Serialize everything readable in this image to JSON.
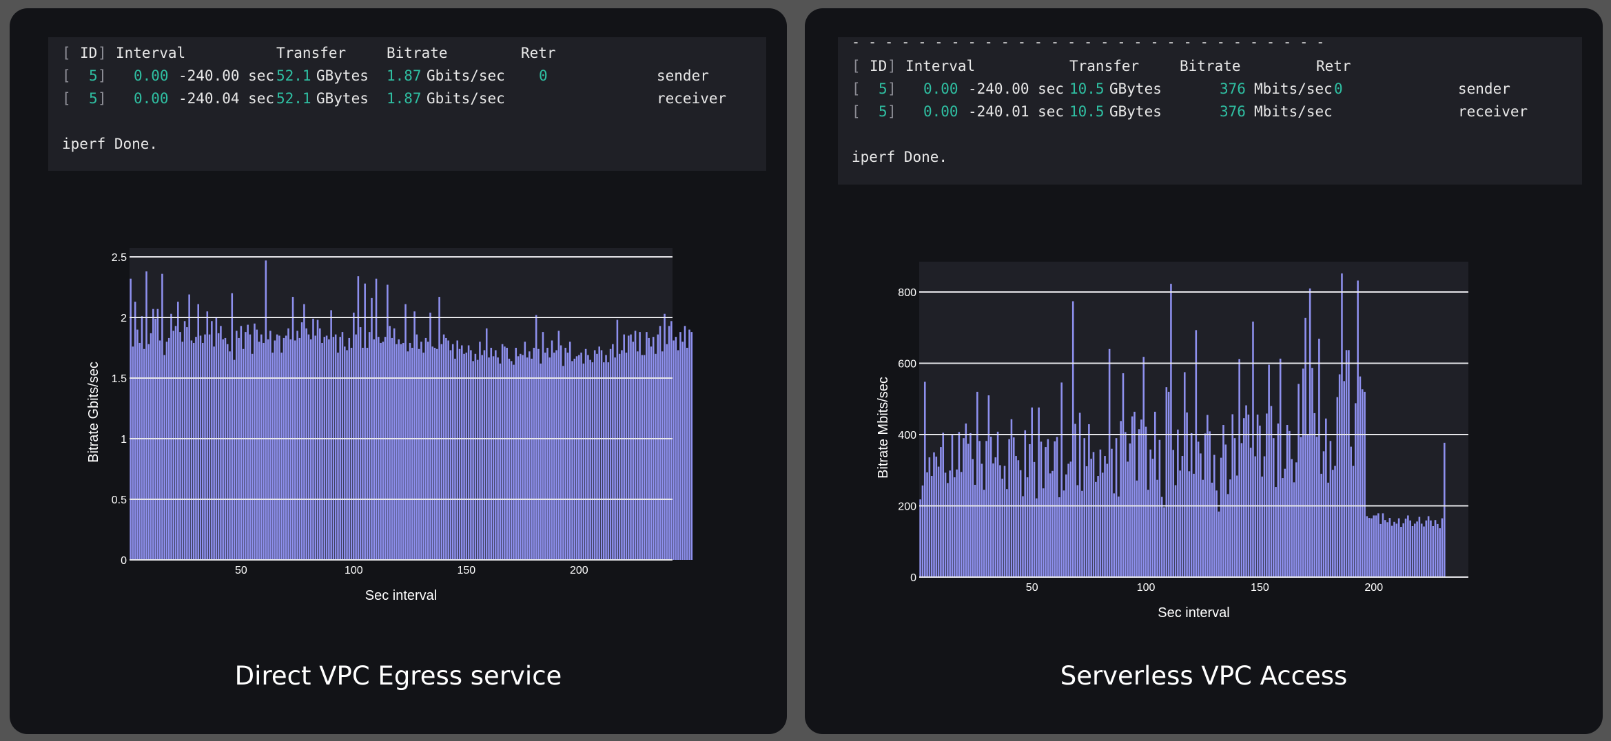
{
  "colors": {
    "bar": "#8e90ee",
    "plot_bg": "#1f2027",
    "panel_bg": "#121317",
    "terminal_bg": "#1f2026",
    "accent": "#2fbfa2"
  },
  "panels": [
    {
      "caption": "Direct VPC Egress service",
      "terminal": {
        "dashes": "",
        "header": {
          "open": "[",
          "id": "ID",
          "close": "]",
          "interval": "Interval",
          "transfer": "Transfer",
          "bitrate": "Bitrate",
          "retr": "Retr"
        },
        "rows": [
          {
            "open": "[",
            "id": "5",
            "close": "]",
            "start": "0.00",
            "end": "-240.00 sec",
            "transfer_num": "52.1",
            "transfer_unit": "GBytes",
            "bitrate_num": "1.87",
            "bitrate_unit": "Gbits/sec",
            "retr": "0",
            "role": "sender"
          },
          {
            "open": "[",
            "id": "5",
            "close": "]",
            "start": "0.00",
            "end": "-240.04 sec",
            "transfer_num": "52.1",
            "transfer_unit": "GBytes",
            "bitrate_num": "1.87",
            "bitrate_unit": "Gbits/sec",
            "retr": "",
            "role": "receiver"
          }
        ],
        "done": "iperf Done."
      }
    },
    {
      "caption": "Serverless VPC Access",
      "terminal": {
        "dashes": "- - - - - - - - - - - - - - - - - - - - - - - - - - - - -",
        "header": {
          "open": "[",
          "id": "ID",
          "close": "]",
          "interval": "Interval",
          "transfer": "Transfer",
          "bitrate": "Bitrate",
          "retr": "Retr"
        },
        "rows": [
          {
            "open": "[",
            "id": "5",
            "close": "]",
            "start": "0.00",
            "end": "-240.00 sec",
            "transfer_num": "10.5",
            "transfer_unit": "GBytes",
            "bitrate_num": "376",
            "bitrate_unit": "Mbits/sec",
            "retr": "0",
            "role": "sender"
          },
          {
            "open": "[",
            "id": "5",
            "close": "]",
            "start": "0.00",
            "end": "-240.01 sec",
            "transfer_num": "10.5",
            "transfer_unit": "GBytes",
            "bitrate_num": "376",
            "bitrate_unit": "Mbits/sec",
            "retr": "",
            "role": "receiver"
          }
        ],
        "done": "iperf Done."
      }
    }
  ],
  "chart_data": [
    {
      "type": "bar",
      "title": "",
      "xlabel": "Sec interval",
      "ylabel": "Bitrate Gbits/sec",
      "xlim": [
        0.5,
        241.5
      ],
      "ylim": [
        0,
        2.5
      ],
      "grid": true,
      "xticks": [
        50,
        100,
        150,
        200
      ],
      "xtick_labels": [
        "50",
        "100",
        "150",
        "200"
      ],
      "yticks": [
        0,
        0.5,
        1,
        1.5,
        2,
        2.5
      ],
      "ytick_labels": [
        "0",
        "0.5",
        "1",
        "1.5",
        "2",
        "2.5"
      ],
      "x_start": 1,
      "values": [
        2.32,
        1.76,
        2.13,
        1.9,
        1.79,
        2.01,
        1.74,
        2.38,
        1.78,
        1.87,
        2.07,
        1.99,
        2.07,
        1.81,
        2.36,
        1.69,
        1.8,
        1.83,
        2.03,
        1.89,
        1.93,
        2.13,
        1.88,
        1.8,
        1.97,
        1.92,
        2.19,
        1.81,
        1.79,
        1.84,
        2.11,
        1.85,
        1.79,
        1.86,
        2.05,
        1.86,
        1.97,
        1.76,
        2.0,
        1.87,
        1.93,
        1.82,
        1.83,
        1.78,
        1.72,
        2.2,
        1.65,
        1.89,
        1.83,
        1.93,
        1.74,
        1.88,
        1.94,
        1.86,
        1.7,
        1.95,
        1.9,
        1.8,
        1.86,
        1.79,
        2.47,
        1.82,
        1.89,
        1.71,
        1.81,
        1.86,
        1.85,
        1.71,
        1.83,
        1.85,
        1.91,
        1.82,
        2.17,
        1.81,
        1.89,
        1.83,
        1.96,
        2.11,
        1.91,
        1.86,
        1.82,
        1.99,
        1.85,
        1.98,
        1.91,
        1.79,
        1.84,
        1.85,
        1.82,
        2.06,
        1.84,
        1.86,
        1.71,
        1.84,
        1.88,
        1.76,
        1.73,
        1.83,
        1.75,
        2.04,
        1.86,
        2.34,
        1.92,
        1.75,
        2.28,
        1.75,
        1.88,
        2.16,
        1.82,
        2.32,
        1.84,
        1.79,
        1.8,
        1.84,
        2.27,
        1.93,
        1.83,
        1.91,
        1.78,
        1.82,
        1.78,
        1.79,
        2.11,
        1.72,
        1.79,
        1.75,
        2.05,
        1.86,
        1.74,
        1.8,
        1.71,
        1.83,
        1.8,
        2.04,
        1.76,
        1.75,
        1.74,
        2.17,
        1.78,
        1.86,
        1.83,
        1.81,
        1.73,
        1.78,
        1.66,
        1.81,
        1.74,
        1.77,
        1.7,
        1.71,
        1.77,
        1.73,
        1.64,
        1.7,
        1.65,
        1.8,
        1.69,
        1.73,
        1.91,
        1.67,
        1.75,
        1.68,
        1.73,
        1.67,
        1.62,
        1.78,
        1.76,
        1.75,
        1.66,
        1.64,
        1.61,
        1.75,
        1.68,
        1.7,
        1.69,
        1.8,
        1.67,
        1.72,
        1.66,
        1.75,
        2.02,
        1.74,
        1.62,
        1.88,
        1.71,
        1.75,
        1.67,
        1.81,
        1.71,
        1.73,
        1.89,
        1.77,
        1.6,
        1.75,
        1.71,
        1.8,
        1.64,
        1.66,
        1.68,
        1.69,
        1.71,
        1.62,
        1.74,
        1.69,
        1.65,
        1.63,
        1.73,
        1.7,
        1.76,
        1.73,
        1.63,
        1.69,
        1.63,
        1.74,
        1.78,
        1.67,
        1.98,
        1.7,
        1.73,
        1.86,
        1.71,
        1.85,
        1.86,
        1.8,
        1.89,
        1.72,
        1.88,
        1.69,
        1.69,
        1.88,
        1.83,
        1.76,
        1.84,
        1.7,
        1.86,
        1.93,
        1.72,
        2.03,
        1.78,
        1.93,
        1.97,
        1.81,
        1.84,
        1.73,
        1.88,
        1.8,
        1.93,
        1.75,
        1.9,
        1.88
      ]
    },
    {
      "type": "bar",
      "title": "",
      "xlabel": "Sec interval",
      "ylabel": "Bitrate Mbits/sec",
      "xlim": [
        0.5,
        241.5
      ],
      "ylim": [
        0,
        800
      ],
      "grid": true,
      "xticks": [
        50,
        100,
        150,
        200
      ],
      "xtick_labels": [
        "50",
        "100",
        "150",
        "200"
      ],
      "yticks": [
        0,
        200,
        400,
        600,
        800
      ],
      "ytick_labels": [
        "0",
        "200",
        "400",
        "600",
        "800"
      ],
      "x_start": 1,
      "values": [
        218,
        257,
        548,
        294,
        336,
        284,
        350,
        338,
        310,
        365,
        405,
        293,
        264,
        299,
        399,
        280,
        302,
        407,
        295,
        390,
        431,
        374,
        404,
        331,
        259,
        520,
        382,
        318,
        245,
        382,
        510,
        394,
        319,
        336,
        408,
        314,
        276,
        312,
        247,
        387,
        443,
        392,
        340,
        328,
        300,
        227,
        412,
        280,
        373,
        476,
        323,
        221,
        476,
        380,
        249,
        365,
        387,
        291,
        298,
        381,
        393,
        224,
        546,
        243,
        288,
        318,
        324,
        774,
        430,
        258,
        461,
        242,
        390,
        311,
        429,
        332,
        351,
        267,
        284,
        358,
        293,
        340,
        318,
        640,
        360,
        235,
        390,
        226,
        438,
        572,
        407,
        324,
        375,
        451,
        464,
        271,
        415,
        442,
        618,
        422,
        245,
        358,
        332,
        464,
        273,
        385,
        225,
        196,
        533,
        520,
        823,
        357,
        258,
        414,
        299,
        340,
        575,
        462,
        297,
        404,
        290,
        693,
        380,
        347,
        273,
        403,
        455,
        409,
        265,
        343,
        243,
        184,
        335,
        427,
        372,
        233,
        274,
        457,
        390,
        285,
        612,
        376,
        446,
        482,
        456,
        363,
        717,
        339,
        456,
        425,
        282,
        339,
        459,
        596,
        480,
        390,
        253,
        431,
        613,
        278,
        304,
        427,
        410,
        331,
        266,
        322,
        542,
        393,
        585,
        727,
        401,
        810,
        587,
        460,
        394,
        669,
        290,
        353,
        445,
        265,
        382,
        301,
        312,
        505,
        569,
        852,
        550,
        637,
        637,
        366,
        312,
        488,
        832,
        563,
        527,
        520,
        171,
        166,
        165,
        173,
        173,
        179,
        149,
        179,
        160,
        154,
        166,
        144,
        155,
        150,
        165,
        141,
        151,
        164,
        173,
        159,
        143,
        150,
        156,
        169,
        150,
        142,
        159,
        171,
        159,
        143,
        160,
        149,
        137,
        165,
        377
      ]
    }
  ]
}
